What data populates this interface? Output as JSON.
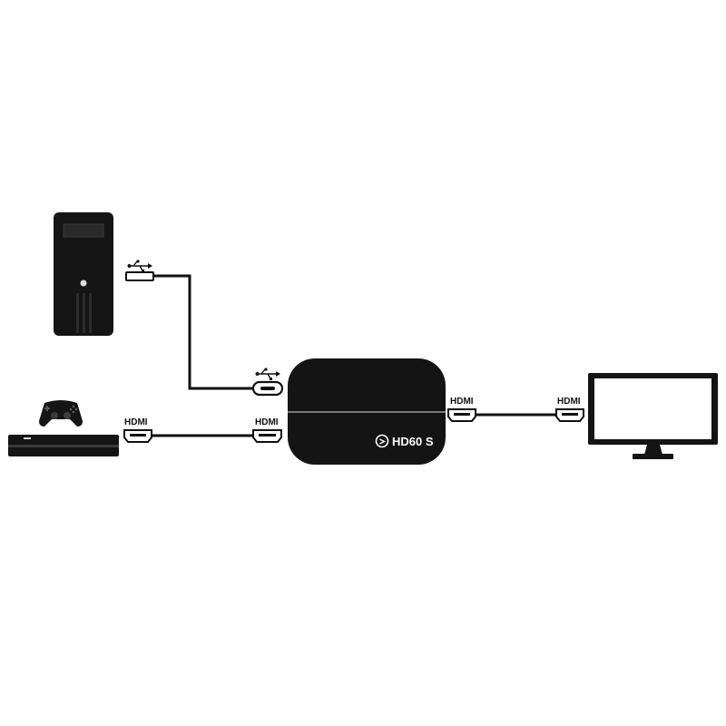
{
  "labels": {
    "pc_usb_symbol": "usb-icon",
    "capture_usb_symbol": "usb-icon",
    "console_hdmi": "HDMI",
    "capture_hdmi_in": "HDMI",
    "capture_hdmi_out": "HDMI",
    "monitor_hdmi": "HDMI"
  },
  "device": {
    "brand_text": "HD60 S"
  },
  "colors": {
    "device_body": "#141414",
    "device_stripe": "#7a7a7a",
    "cable": "#111111",
    "port_outline": "#111111",
    "screen": "#ffffff"
  }
}
